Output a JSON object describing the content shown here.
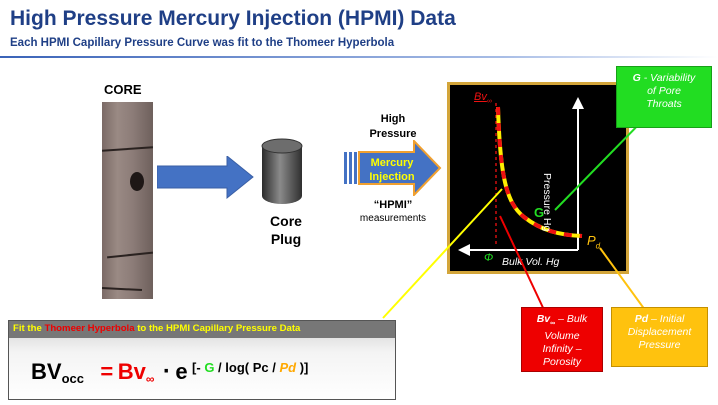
{
  "header": {
    "title": "High Pressure Mercury Injection (HPMI) Data",
    "subtitle": "Each HPMI Capillary Pressure Curve was fit to the Thomeer Hyperbola"
  },
  "core": {
    "label": "CORE"
  },
  "plug": {
    "label_line1": "Core",
    "label_line2": "Plug"
  },
  "injection": {
    "high_pressure_line1": "High",
    "high_pressure_line2": "Pressure",
    "arrow_line1": "Mercury",
    "arrow_line2": "Injection",
    "hpmi_quote": "“HPMI”",
    "measurements": "measurements"
  },
  "plot": {
    "bv_main": "Bv",
    "bv_sub": "∞",
    "y_axis_label": "Pressure Hg",
    "x_axis_label": "Bulk Vol. Hg",
    "g_label": "G",
    "pd_main": "P",
    "pd_sub": "d",
    "phi_label": "Φ"
  },
  "callouts": {
    "g": {
      "symbol": "G",
      "text_line1": " - Variability",
      "text_line2": "of Pore",
      "text_line3": "Throats"
    },
    "bv": {
      "symbol": "Bv",
      "symbol_sub": "∞",
      "line1_rest": " – Bulk",
      "line2": "Volume",
      "line3": "Infinity –",
      "line4": "Porosity"
    },
    "pd": {
      "symbol": "Pd",
      "line1_rest": " – Initial",
      "line2": "Displacement",
      "line3": "Pressure"
    }
  },
  "equation": {
    "header_part1": "Fit the ",
    "header_part2": "Thomeer Hyperbola",
    "header_part3": " to the HPMI Capillary Pressure Data",
    "lhs": "BV",
    "lhs_sub": "occ",
    "eq_sign": "=",
    "bv": "Bv",
    "bv_sub": "∞",
    "dot": "·",
    "e": "e",
    "exp_open": "[- ",
    "exp_g": "G",
    "exp_mid": " /  log( Pc / ",
    "exp_pd": "Pd",
    "exp_close": " )]"
  },
  "colors": {
    "title": "#1f3f86",
    "accent_red": "#ee0000",
    "accent_green": "#22dd22",
    "accent_gold": "#ffc20e",
    "curve_yellow": "#ffee00",
    "curve_red": "#ee1111",
    "arrow_blue": "#4472c4"
  }
}
